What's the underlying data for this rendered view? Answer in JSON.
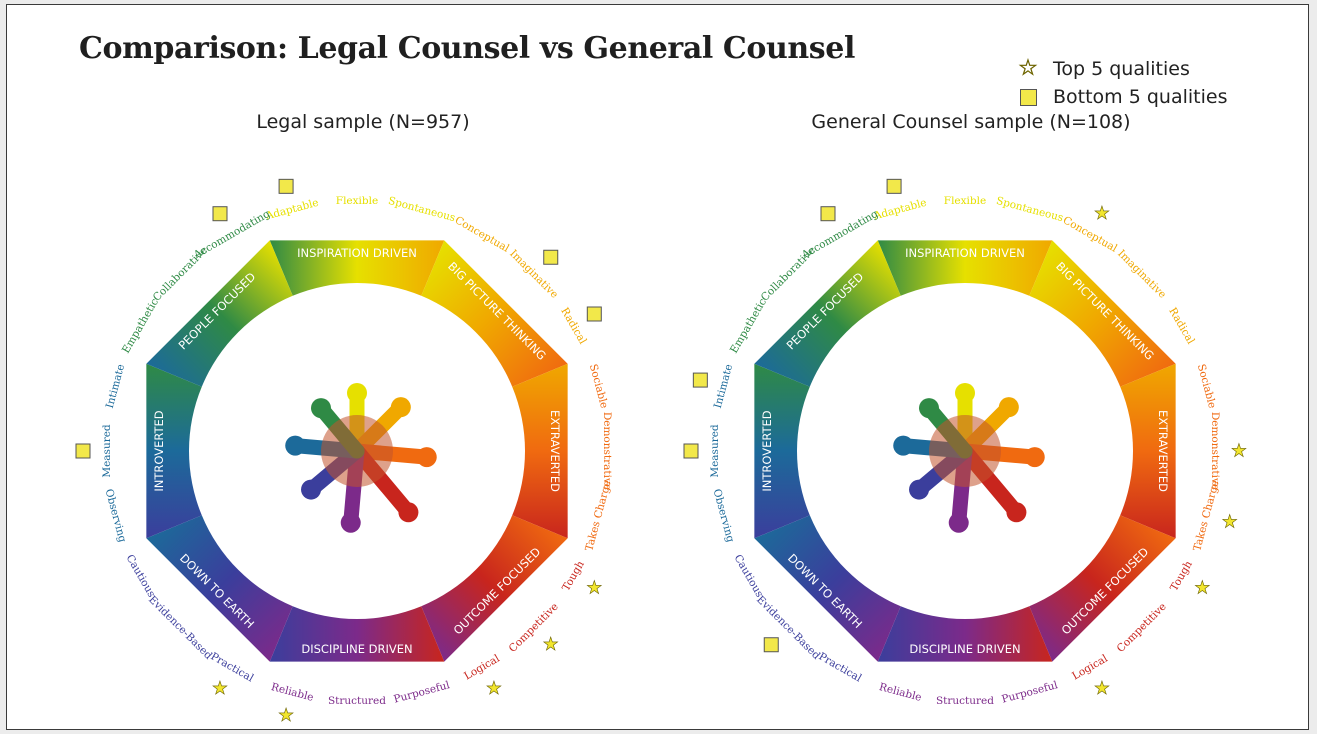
{
  "title": "Comparison: Legal Counsel vs General Counsel",
  "legend": {
    "top": {
      "icon": "star-icon",
      "label": "Top 5 qualities"
    },
    "bottom": {
      "icon": "square-icon",
      "label": "Bottom 5 qualities"
    }
  },
  "colors": {
    "star": "#f2e62e",
    "square": "#f2e84a",
    "ring_inspiration": "#e6e000",
    "ring_big_picture": "#f0a800",
    "ring_extraverted": "#f06a10",
    "ring_outcome": "#c8251d",
    "ring_discipline": "#7c2a8a",
    "ring_down_to_earth": "#3b3e9c",
    "ring_introverted": "#1c6a9a",
    "ring_people": "#2f8a45"
  },
  "wheel": {
    "segments": [
      "INSPIRATION DRIVEN",
      "BIG PICTURE THINKING",
      "EXTRAVERTED",
      "OUTCOME FOCUSED",
      "DISCIPLINE DRIVEN",
      "DOWN TO EARTH",
      "INTROVERTED",
      "PEOPLE FOCUSED"
    ],
    "qualities": [
      "Adaptable",
      "Flexible",
      "Spontaneous",
      "Conceptual",
      "Imaginative",
      "Radical",
      "Sociable",
      "Demonstrative",
      "Takes Charge",
      "Tough",
      "Competitive",
      "Logical",
      "Purposeful",
      "Structured",
      "Reliable",
      "Practical",
      "Evidence-Based",
      "Cautious",
      "Observing",
      "Measured",
      "Intimate",
      "Empathetic",
      "Collaborative",
      "Accommodating"
    ]
  },
  "panels": [
    {
      "title": "Legal sample (N=957)",
      "top5": [
        "Tough",
        "Competitive",
        "Logical",
        "Reliable",
        "Practical"
      ],
      "bottom5": [
        "Adaptable",
        "Imaginative",
        "Radical",
        "Accommodating",
        "Measured"
      ]
    },
    {
      "title": "General Counsel sample (N=108)",
      "top5": [
        "Conceptual",
        "Demonstrative",
        "Takes Charge",
        "Tough",
        "Logical"
      ],
      "bottom5": [
        "Adaptable",
        "Accommodating",
        "Intimate",
        "Measured",
        "Evidence-Based"
      ]
    }
  ]
}
